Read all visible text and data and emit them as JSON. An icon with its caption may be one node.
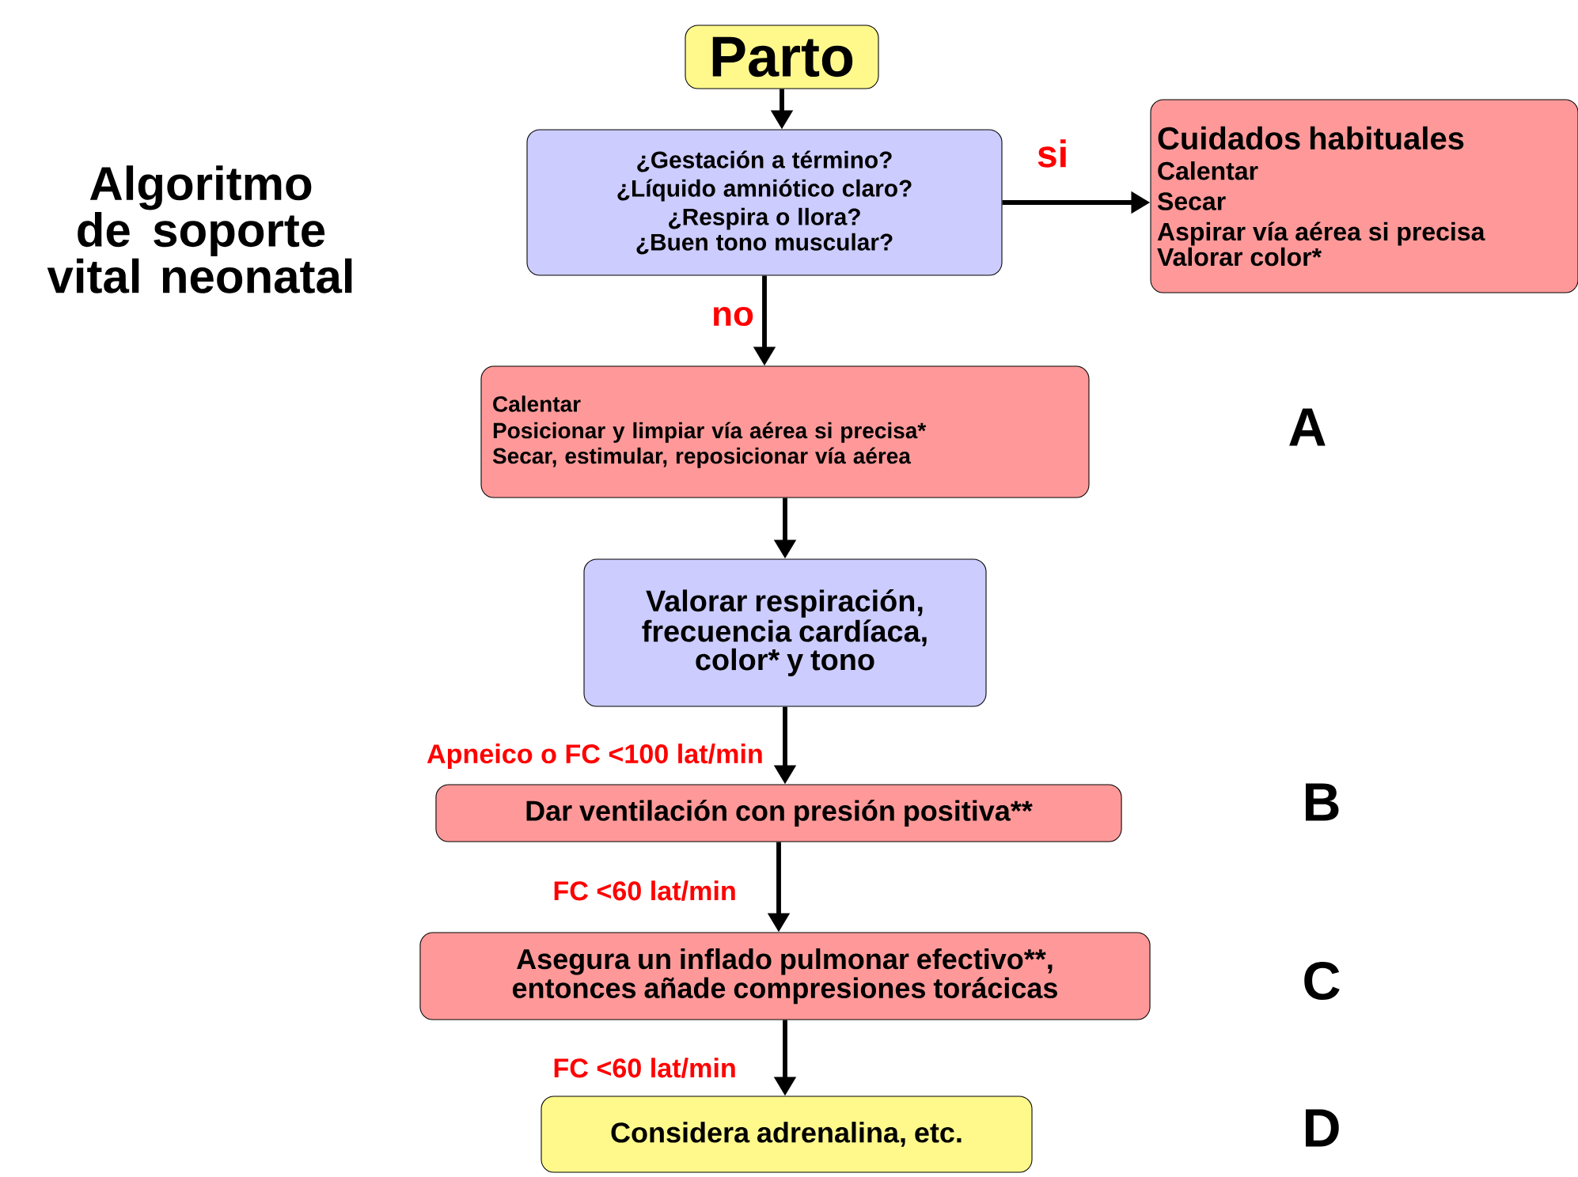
{
  "diagram": {
    "title": "Algoritmo de soporte vital neonatal",
    "nodes": [
      {
        "text": [
          "Parto"
        ]
      },
      {
        "text": [
          "¿Gestación a término?",
          "¿Líquido amniótico claro?",
          "¿Respira o llora?",
          "¿Buen tono muscular?"
        ]
      },
      {
        "text": [
          "Cuidados habituales",
          "Calentar",
          "Secar",
          "Aspirar vía aérea si precisa",
          "Valorar color*"
        ]
      },
      {
        "text": [
          "Calentar",
          "Posicionar y limpiar vía aérea si precisa*",
          "Secar, estimular, reposicionar vía aérea"
        ]
      },
      {
        "text": [
          "Valorar respiración, frecuencia cardíaca, color* y tono"
        ]
      },
      {
        "text": [
          "Dar ventilación con presión positiva**"
        ]
      },
      {
        "text": [
          "Asegura un inflado pulmonar efectivo**, entonces añade compresiones torácicas"
        ]
      },
      {
        "text": [
          "Considera adrenalina, etc."
        ]
      }
    ],
    "edges": [
      {
        "from": 0,
        "to": 1,
        "arrow": "to"
      },
      {
        "from": 1,
        "to": 2,
        "arrow": "to",
        "label": "si"
      },
      {
        "from": 1,
        "to": 3,
        "arrow": "to",
        "label": "no"
      },
      {
        "from": 3,
        "to": 4,
        "arrow": "to"
      },
      {
        "from": 4,
        "to": 5,
        "arrow": "to",
        "label": "Apneico o FC <100 lat/min"
      },
      {
        "from": 5,
        "to": 6,
        "arrow": "to",
        "label": "FC <60 lat/min"
      },
      {
        "from": 6,
        "to": 7,
        "arrow": "to",
        "label": "FC <60 lat/min"
      }
    ],
    "labels": [
      "A",
      "B",
      "C",
      "D"
    ]
  }
}
